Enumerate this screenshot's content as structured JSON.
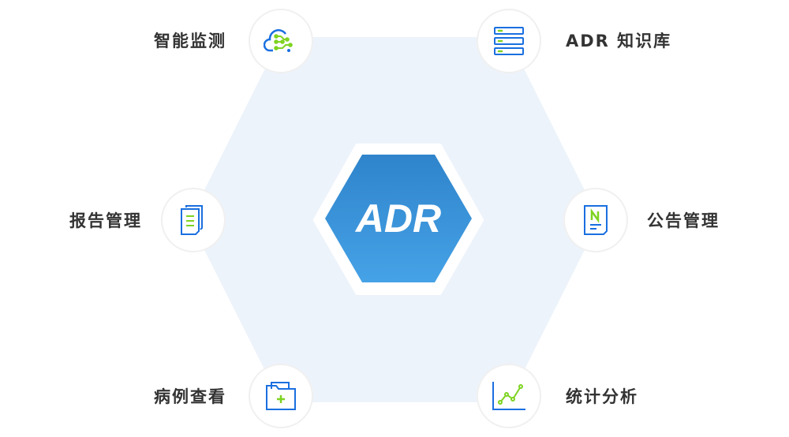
{
  "center": {
    "title": "ADR"
  },
  "modules": [
    {
      "label": "智能监测",
      "icon": "cloud-network-icon"
    },
    {
      "label": "ADR 知识库",
      "icon": "server-database-icon"
    },
    {
      "label": "报告管理",
      "icon": "documents-icon"
    },
    {
      "label": "公告管理",
      "icon": "notice-document-icon"
    },
    {
      "label": "病例查看",
      "icon": "medical-folder-icon"
    },
    {
      "label": "统计分析",
      "icon": "line-chart-icon"
    }
  ],
  "colors": {
    "hex_bg": "#edf3fb",
    "blue": "#1a6fe0",
    "green": "#7ed321",
    "center_top": "#2f84cb",
    "center_bottom": "#46a2e6"
  }
}
